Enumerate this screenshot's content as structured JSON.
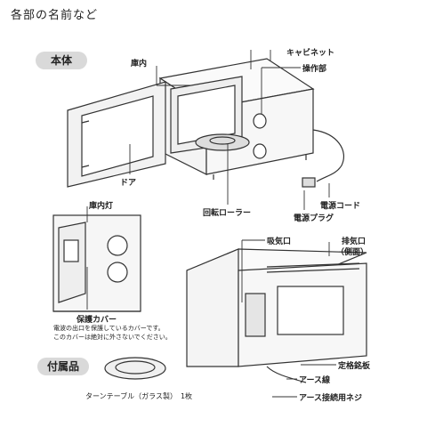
{
  "page": {
    "title": "各部の名前など"
  },
  "sections": {
    "main_unit": "本体",
    "accessories": "付属品"
  },
  "labels": {
    "interior": "庫内",
    "cabinet": "キャビネット",
    "controls": "操作部",
    "door": "ドア",
    "turntable_roller": "回転ローラー",
    "power_cord": "電源コード",
    "power_plug": "電源プラグ",
    "interior_light": "庫内灯",
    "protective_cover": "保護カバー",
    "intake": "吸気口",
    "exhaust": "排気口",
    "exhaust_side": "（側面）",
    "rating_plate": "定格銘板",
    "ground_wire": "アース線",
    "ground_screw": "アース接続用ネジ"
  },
  "notes": {
    "cover_note": "電波の出口を保護しているカバーです。\nこのカバーは絶対に外さないでください。"
  },
  "accessories": {
    "turntable": "ターンテーブル（ガラス製）　1枚"
  }
}
